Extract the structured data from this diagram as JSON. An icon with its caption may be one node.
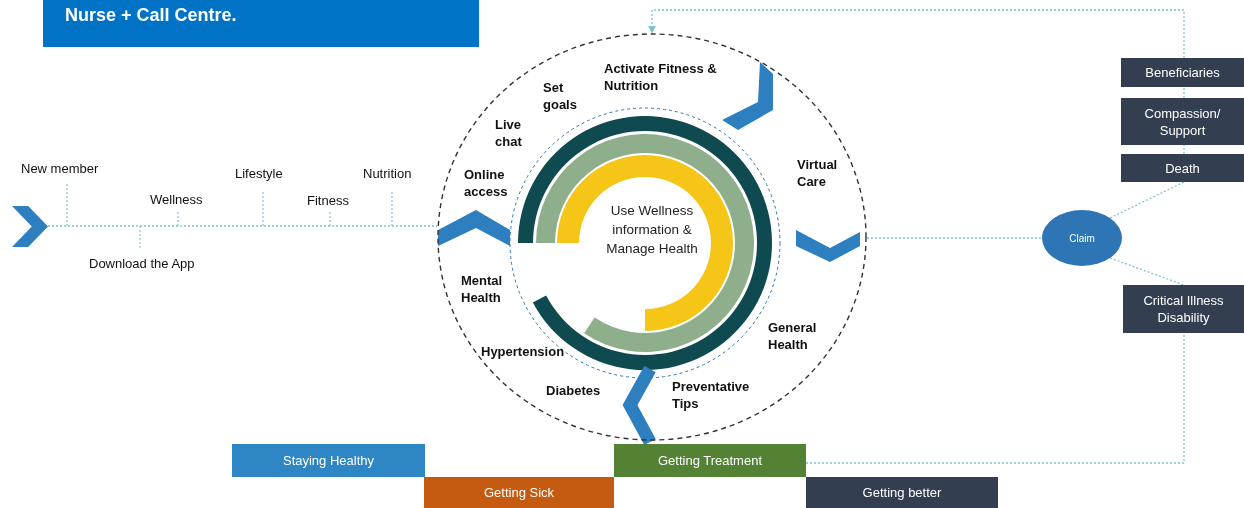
{
  "diagram": {
    "nodes": [
      {
        "text": [
          "Nurse + Call Centre."
        ]
      },
      {
        "text": [],
        "shape": "circle"
      },
      {
        "text": [
          "Use Wellness information & Manage Health"
        ],
        "in": 1
      },
      {
        "text": [],
        "shape": "chevron"
      },
      {
        "text": [
          "Claim"
        ]
      },
      {
        "text": [
          "Beneficiaries"
        ]
      },
      {
        "text": [
          "Compassion/ Support"
        ]
      },
      {
        "text": [
          "Death"
        ]
      },
      {
        "text": [
          "Critical Illness Disability"
        ]
      },
      {
        "text": [
          "Staying Healthy"
        ]
      },
      {
        "text": [
          "Getting Sick"
        ]
      },
      {
        "text": [
          "Getting Treatment"
        ]
      },
      {
        "text": [
          "Getting better"
        ]
      }
    ],
    "edges": [
      {
        "from": 3,
        "to": 1,
        "arrow": "none",
        "style": "dashed"
      },
      {
        "from": 1,
        "to": 4,
        "arrow": "none",
        "style": "dashed"
      },
      {
        "from": 4,
        "to": 7,
        "arrow": "none",
        "style": "dashed"
      },
      {
        "from": 4,
        "to": 8,
        "arrow": "none",
        "style": "dashed"
      },
      {
        "from": 11,
        "to": 8,
        "arrow": "none",
        "style": "dashed"
      },
      {
        "from": 5,
        "to": 1,
        "arrow": "to",
        "style": "dashed"
      },
      {
        "from": 1,
        "to": 11,
        "arrow": "none",
        "style": "thick",
        "color": "#2e7fbf"
      },
      {
        "from": 7,
        "to": 6,
        "arrow": "none",
        "style": "dashed"
      },
      {
        "from": 6,
        "to": 5,
        "arrow": "none",
        "style": "dashed"
      }
    ],
    "labels": [
      "New member",
      "Lifestyle",
      "Nutrition",
      "Wellness",
      "Fitness",
      "Download the App",
      "Activate Fitness & Nutrition",
      "Set goals",
      "Live chat",
      "Online access",
      "Virtual Care",
      "Mental Health",
      "General Health",
      "Hypertension",
      "Diabetes",
      "Preventative Tips"
    ]
  }
}
